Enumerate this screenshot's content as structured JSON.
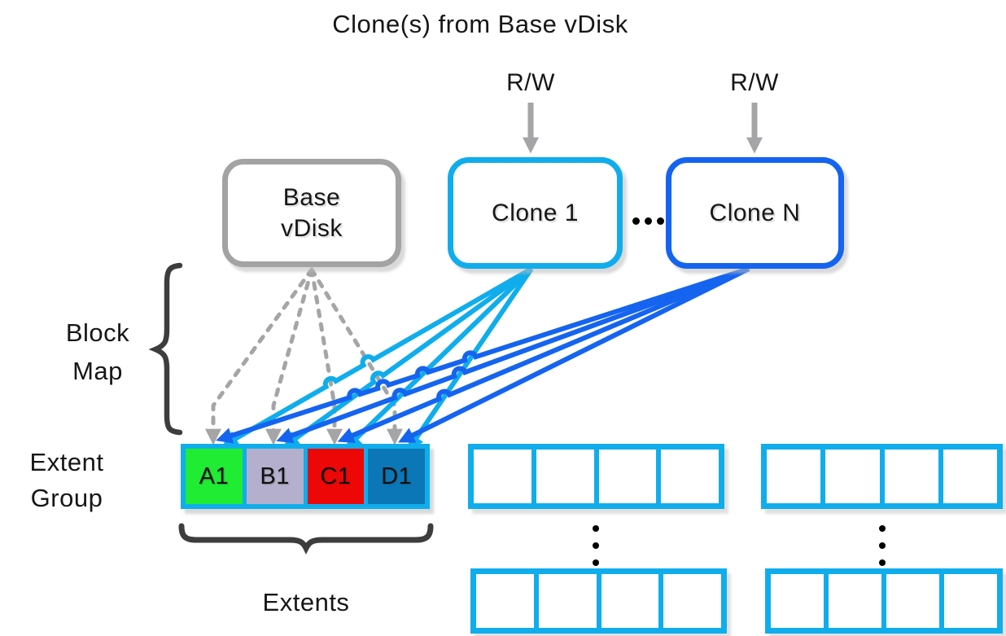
{
  "title": "Clone(s) from Base vDisk",
  "nodes": {
    "base": {
      "line1": "Base",
      "line2": "vDisk"
    },
    "clone1": {
      "label": "Clone 1",
      "rw": "R/W"
    },
    "cloneN": {
      "label": "Clone N",
      "rw": "R/W"
    }
  },
  "labels": {
    "block_map_line1": "Block",
    "block_map_line2": "Map",
    "extent_group_line1": "Extent",
    "extent_group_line2": "Group",
    "extents": "Extents"
  },
  "extent_group": {
    "cells": [
      {
        "id": "A1",
        "label": "A1",
        "color": "#1FEC33"
      },
      {
        "id": "B1",
        "label": "B1",
        "color": "#B4AFCC"
      },
      {
        "id": "C1",
        "label": "C1",
        "color": "#EE0707"
      },
      {
        "id": "D1",
        "label": "D1",
        "color": "#0B77B7"
      }
    ]
  },
  "empty_extent_groups": {
    "count": 4,
    "cells_per_group": 4
  },
  "dots": {
    "ellipsis_count": 3,
    "column_count": 2,
    "dots_per_column": 3
  },
  "connections": [
    {
      "from": "base",
      "style": "dashed",
      "color_key": "gray",
      "targets": [
        "A1",
        "B1",
        "C1",
        "D1"
      ]
    },
    {
      "from": "clone1",
      "style": "solid",
      "color_key": "cyan",
      "targets": [
        "A1",
        "B1",
        "C1",
        "D1"
      ]
    },
    {
      "from": "cloneN",
      "style": "solid",
      "color_key": "blue",
      "targets": [
        "A1",
        "B1",
        "C1",
        "D1"
      ]
    }
  ],
  "colors": {
    "cyan": "#10ADEC",
    "blue": "#1564F0",
    "gray": "#A5A5A8",
    "brace": "#3D3D3D",
    "green": "#1FEC33",
    "lavender": "#B4AFCC",
    "red": "#EE0707",
    "cell_blue": "#0B77B7"
  }
}
